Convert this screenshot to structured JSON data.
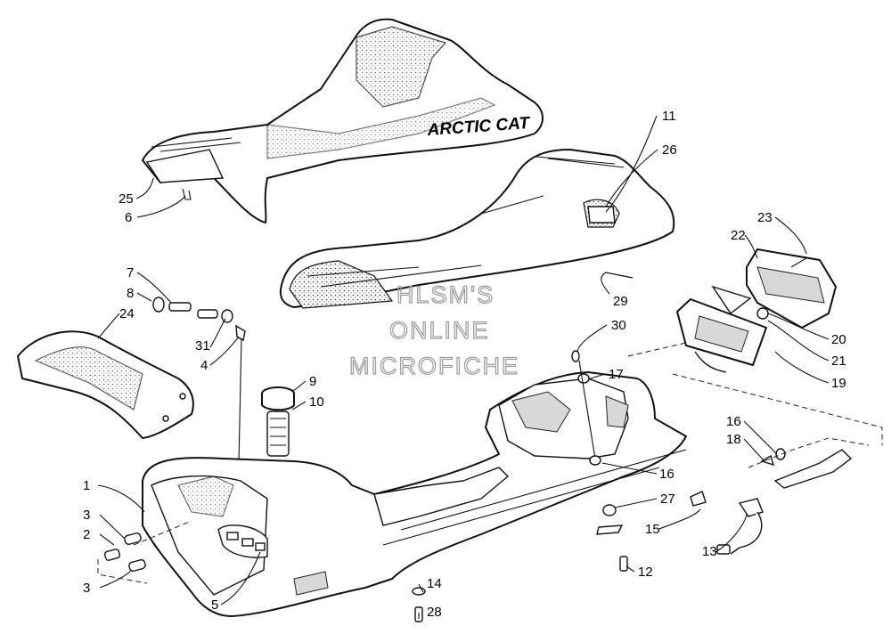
{
  "brand_logo_text": "ARCTIC CAT",
  "watermark": [
    "HLSM'S",
    "ONLINE",
    "MICROFICHE"
  ],
  "callouts": [
    "1",
    "2",
    "3",
    "3",
    "4",
    "5",
    "6",
    "7",
    "8",
    "9",
    "10",
    "11",
    "12",
    "13",
    "14",
    "15",
    "16",
    "16",
    "17",
    "18",
    "19",
    "20",
    "21",
    "22",
    "23",
    "24",
    "25",
    "26",
    "27",
    "28",
    "29",
    "30",
    "31"
  ],
  "colors": {
    "line": "#111111",
    "background": "#ffffff",
    "watermark": "#9a9a9a"
  }
}
